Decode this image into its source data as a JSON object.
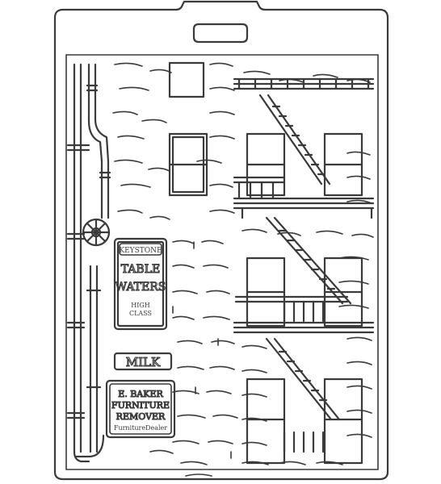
{
  "signs": {
    "keystone": {
      "brand": "KEYSTONE",
      "line1": "TABLE",
      "line2": "WATERS",
      "tag1": "HIGH",
      "tag2": "CLASS"
    },
    "milk": "MILK",
    "baker": {
      "line1": "E. BAKER",
      "line2": "FURNITURE",
      "line3": "REMOVER",
      "line4": "FurnitureDealer"
    }
  },
  "colors": {
    "line": "#3a3a3a",
    "background": "#ffffff",
    "mould": "#ffffff"
  }
}
